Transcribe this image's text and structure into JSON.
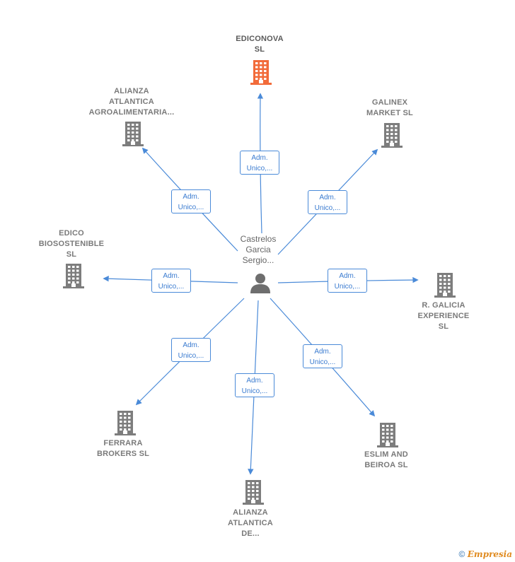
{
  "center": {
    "name": "Castrelos\nGarcia\nSergio..."
  },
  "role_label": {
    "line1": "Adm.",
    "line2": "Unico,..."
  },
  "companies": [
    {
      "id": "n0",
      "name": "EDICONOVA\nSL",
      "highlight": true
    },
    {
      "id": "n1",
      "name": "ALIANZA\nATLANTICA\nAGROALIMENTARIA...",
      "highlight": false
    },
    {
      "id": "n2",
      "name": "GALINEX\nMARKET SL",
      "highlight": false
    },
    {
      "id": "n3",
      "name": "EDICO\nBIOSOSTENIBLE\nSL",
      "highlight": false
    },
    {
      "id": "n4",
      "name": "R.  GALICIA\nEXPERIENCE\nSL",
      "highlight": false
    },
    {
      "id": "n5",
      "name": "FERRARA\nBROKERS  SL",
      "highlight": false
    },
    {
      "id": "n6",
      "name": "ESLIM AND\nBEIROA  SL",
      "highlight": false
    },
    {
      "id": "n7",
      "name": "ALIANZA\nATLANTICA\nDE...",
      "highlight": false
    }
  ],
  "colors": {
    "highlight": "#f26b3a",
    "normal": "#7d7d7d",
    "link": "#4a8ad8",
    "person": "#6e6e6e"
  },
  "footer": {
    "copyright": "©",
    "brand": "Empresia"
  }
}
